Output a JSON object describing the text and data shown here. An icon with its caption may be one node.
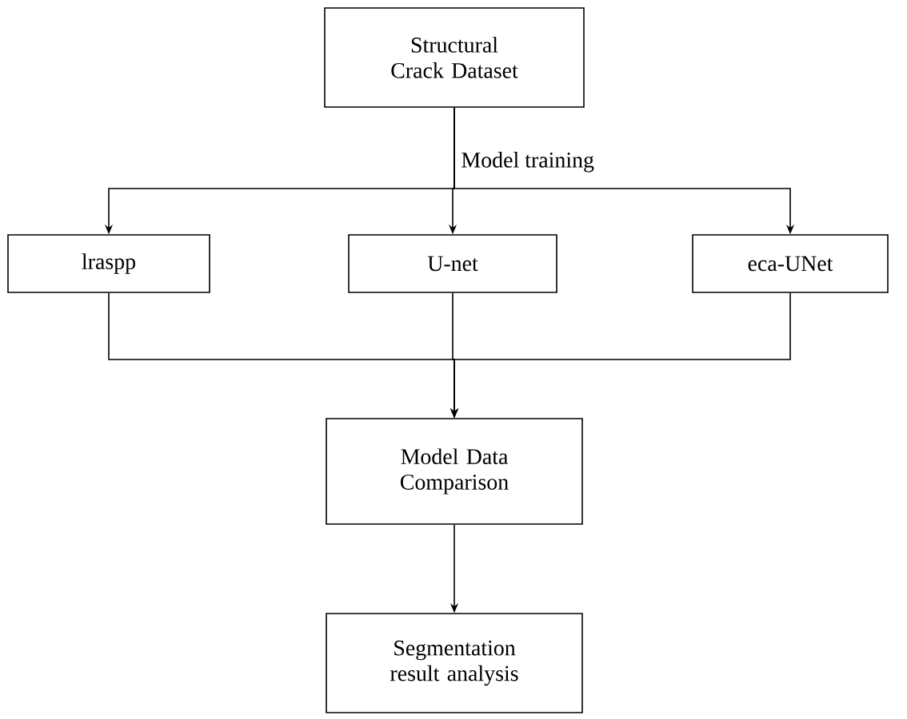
{
  "diagram": {
    "nodes": [
      {
        "text": [
          "Structural Crack Dataset"
        ]
      },
      {
        "text": [
          "lraspp"
        ]
      },
      {
        "text": [
          "U-net"
        ]
      },
      {
        "text": [
          "eca-UNet"
        ]
      },
      {
        "text": [
          "Model Data Comparison"
        ]
      },
      {
        "text": [
          "Segmentation result analysis"
        ]
      }
    ],
    "edges": [
      {
        "from": 0,
        "to": 1,
        "arrow": "to"
      },
      {
        "from": 0,
        "to": 2,
        "arrow": "to",
        "label": "Model training"
      },
      {
        "from": 0,
        "to": 3,
        "arrow": "to"
      },
      {
        "from": 1,
        "to": 4,
        "arrow": "to"
      },
      {
        "from": 2,
        "to": 4,
        "arrow": "to"
      },
      {
        "from": 3,
        "to": 4,
        "arrow": "to"
      },
      {
        "from": 4,
        "to": 5,
        "arrow": "to"
      }
    ]
  }
}
